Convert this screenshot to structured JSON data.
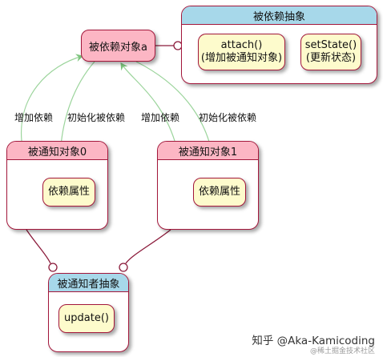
{
  "nodes": {
    "dependent_a": "被依赖对象a",
    "dependent_abstract": {
      "title": "被依赖抽象",
      "attach": [
        "attach()",
        "(增加被通知对象)"
      ],
      "setState": [
        "setState()",
        "(更新状态)"
      ]
    },
    "notified0": {
      "title": "被通知对象0",
      "dep": "依赖属性"
    },
    "notified1": {
      "title": "被通知对象1",
      "dep": "依赖属性"
    },
    "notifier_abstract": {
      "title": "被通知者抽象",
      "update": "update()"
    }
  },
  "edges": {
    "add_dep_left": "增加依赖",
    "init_dep_left": "初始化被依赖",
    "add_dep_right": "增加依赖",
    "init_dep_right": "初始化被依赖"
  },
  "watermark": {
    "line1": "知乎 @Aka-Kamicoding",
    "line2": "@稀土掘金技术社区"
  },
  "colors": {
    "pink": "#fcb6c4",
    "blue": "#a7d8ea",
    "yellow": "#fdfbcc",
    "border": "#a3173b",
    "green": "#9bd49b"
  }
}
